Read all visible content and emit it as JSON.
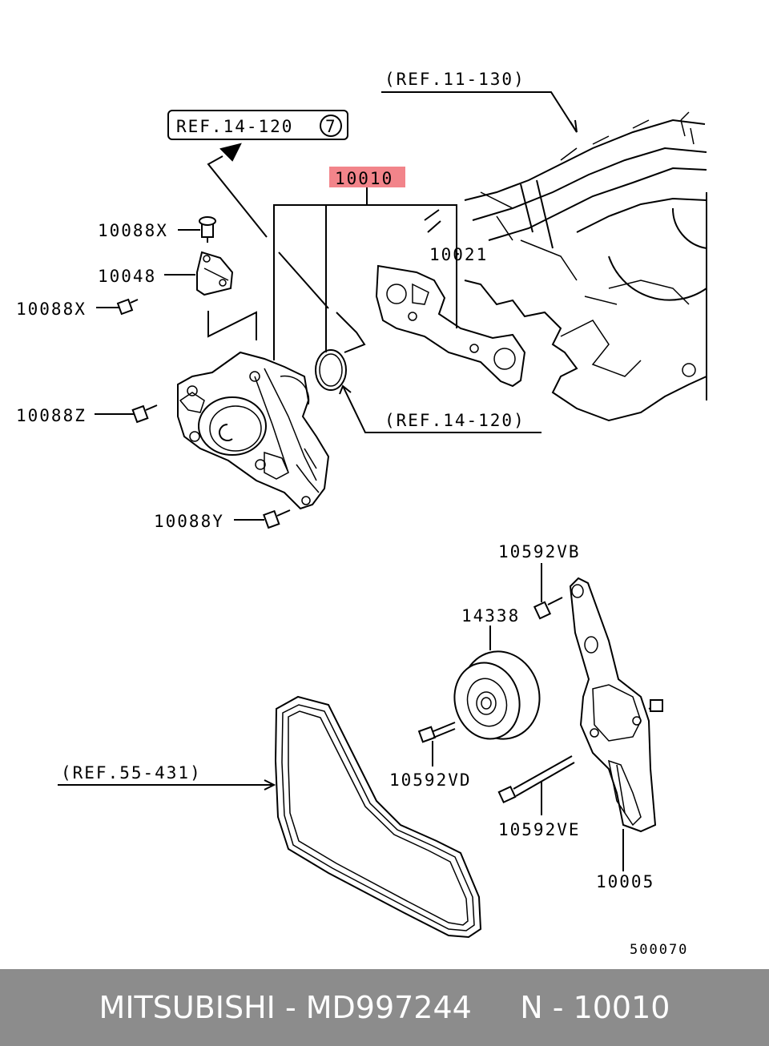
{
  "colors": {
    "highlight": "#f2848a",
    "footer_bg": "#8c8c8c",
    "footer_text": "#ffffff",
    "line": "#000000"
  },
  "refs": {
    "ref_11_130": "(REF.11-130)",
    "ref_14_120_box": "REF.14-120",
    "ref_14_120_box_num": "7",
    "ref_14_120": "(REF.14-120)",
    "ref_55_431": "(REF.55-431)"
  },
  "parts": {
    "p10010": "10010",
    "p10021": "10021",
    "p10088x_top": "10088X",
    "p10048": "10048",
    "p10088x_left": "10088X",
    "p10088z": "10088Z",
    "p10088y": "10088Y",
    "p10592vb": "10592VB",
    "p14338": "14338",
    "p10592vd": "10592VD",
    "p10592ve": "10592VE",
    "p10005": "10005"
  },
  "diagram_code": "500070",
  "footer": {
    "brand": "MITSUBISHI",
    "sep1": " - ",
    "part_number": "MD997244",
    "gap": "     ",
    "ref_prefix": "N",
    "sep2": " - ",
    "ref_number": "10010"
  }
}
